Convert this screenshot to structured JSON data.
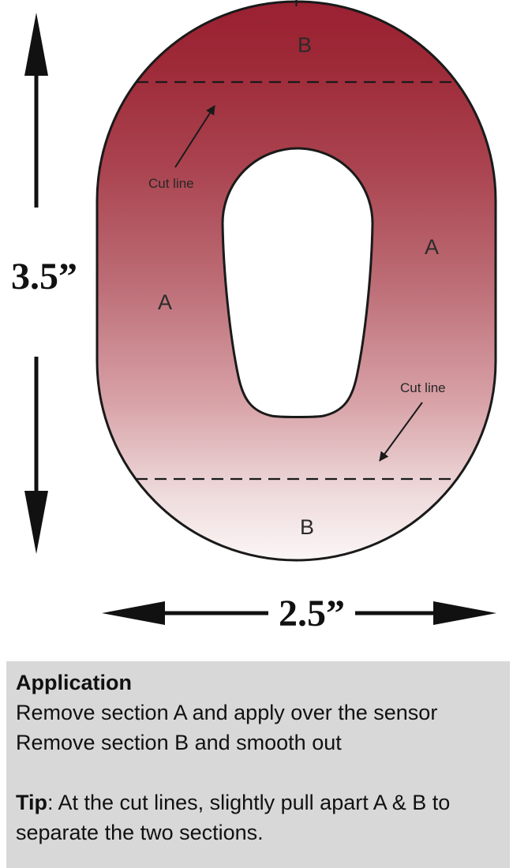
{
  "diagram": {
    "labels": {
      "section_b_top": "B",
      "section_a_left": "A",
      "section_a_right": "A",
      "section_b_bottom": "B"
    },
    "annotations": {
      "cut_line_top": "Cut line",
      "cut_line_bottom": "Cut line"
    },
    "dimensions": {
      "height_label": "3.5”",
      "width_label": "2.5”"
    },
    "colors": {
      "patch_gradient": [
        "#9a2132",
        "#9d2836",
        "#aa4450",
        "#bc6c75",
        "#d8a3a8",
        "#eedadb",
        "#fbf6f6"
      ],
      "outline": "#1a1a1a",
      "label_text": "#2b2b2b",
      "dimension_text": "#111111",
      "panel_background": "#d8d8d8",
      "panel_text": "#111111"
    }
  },
  "instructions": {
    "heading": "Application",
    "line1": "Remove section A and apply over the sensor",
    "line2": "Remove section B and smooth out",
    "tip_label": "Tip",
    "tip_text": ": At the cut lines, slightly pull apart A & B to separate the two sections."
  }
}
